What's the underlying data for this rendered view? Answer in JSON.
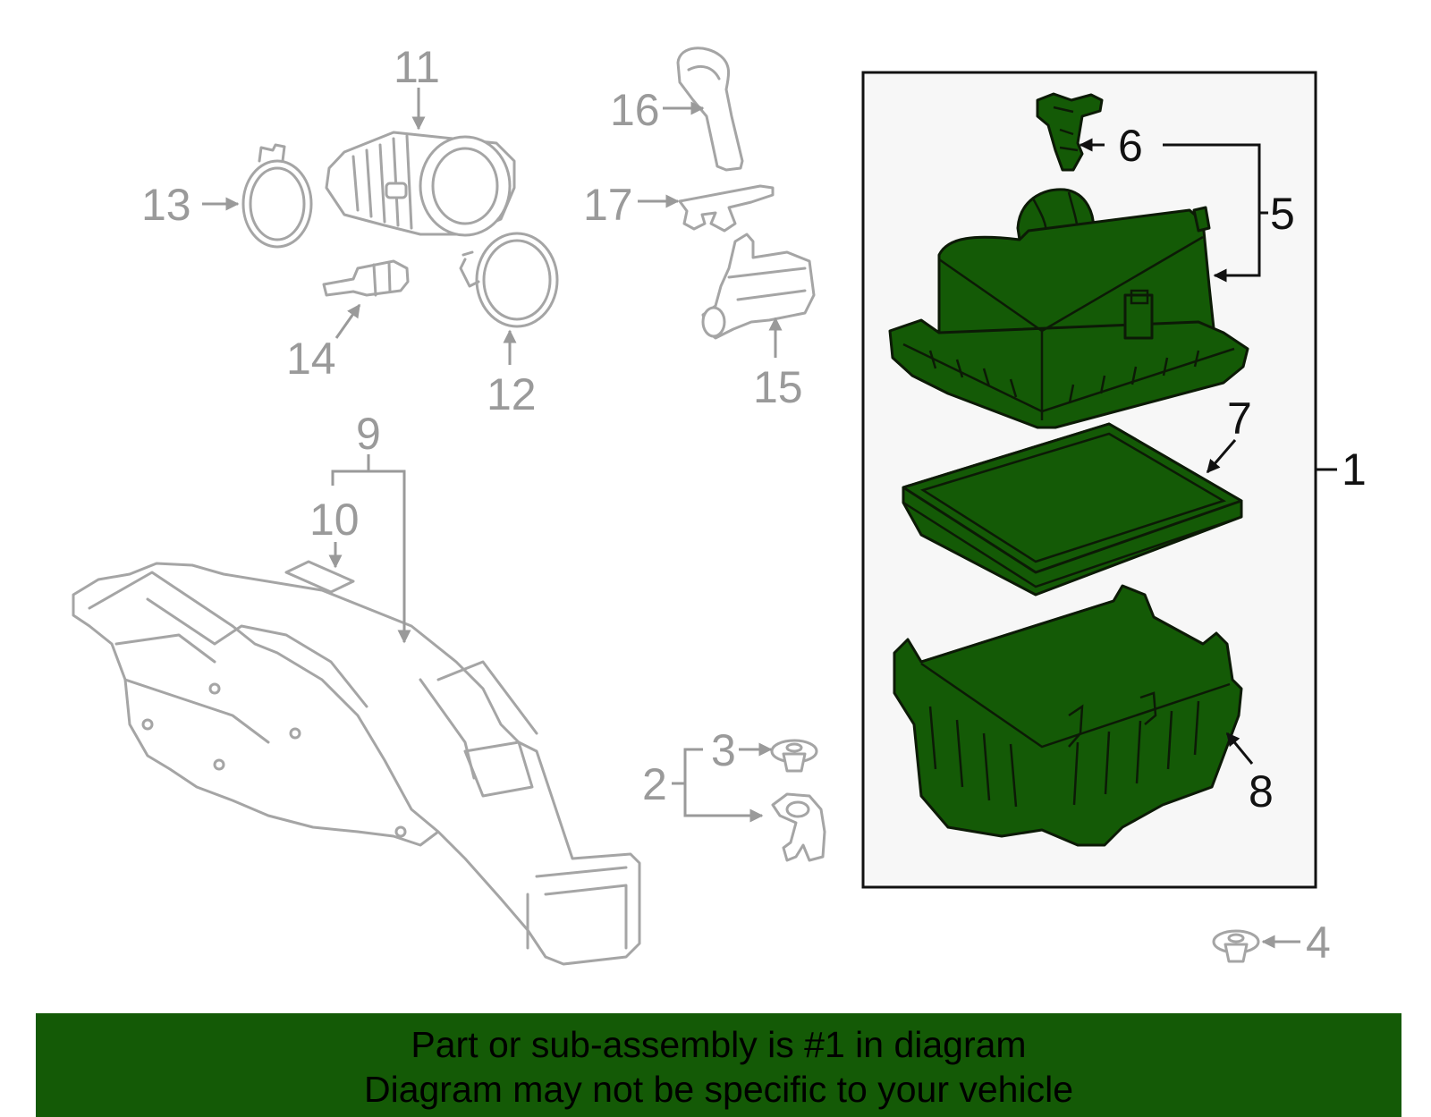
{
  "callouts": {
    "c1": "1",
    "c2": "2",
    "c3": "3",
    "c4": "4",
    "c5": "5",
    "c6": "6",
    "c7": "7",
    "c8": "8",
    "c9": "9",
    "c10": "10",
    "c11": "11",
    "c12": "12",
    "c13": "13",
    "c14": "14",
    "c15": "15",
    "c16": "16",
    "c17": "17"
  },
  "banner": {
    "line1": "Part or sub-assembly is #1 in diagram",
    "line2": "Diagram may not be specific to your vehicle"
  },
  "colors": {
    "highlight_green": "#145a06",
    "ghost_grey": "#a5a5a5",
    "assembly_box": "#f7f7f7"
  }
}
